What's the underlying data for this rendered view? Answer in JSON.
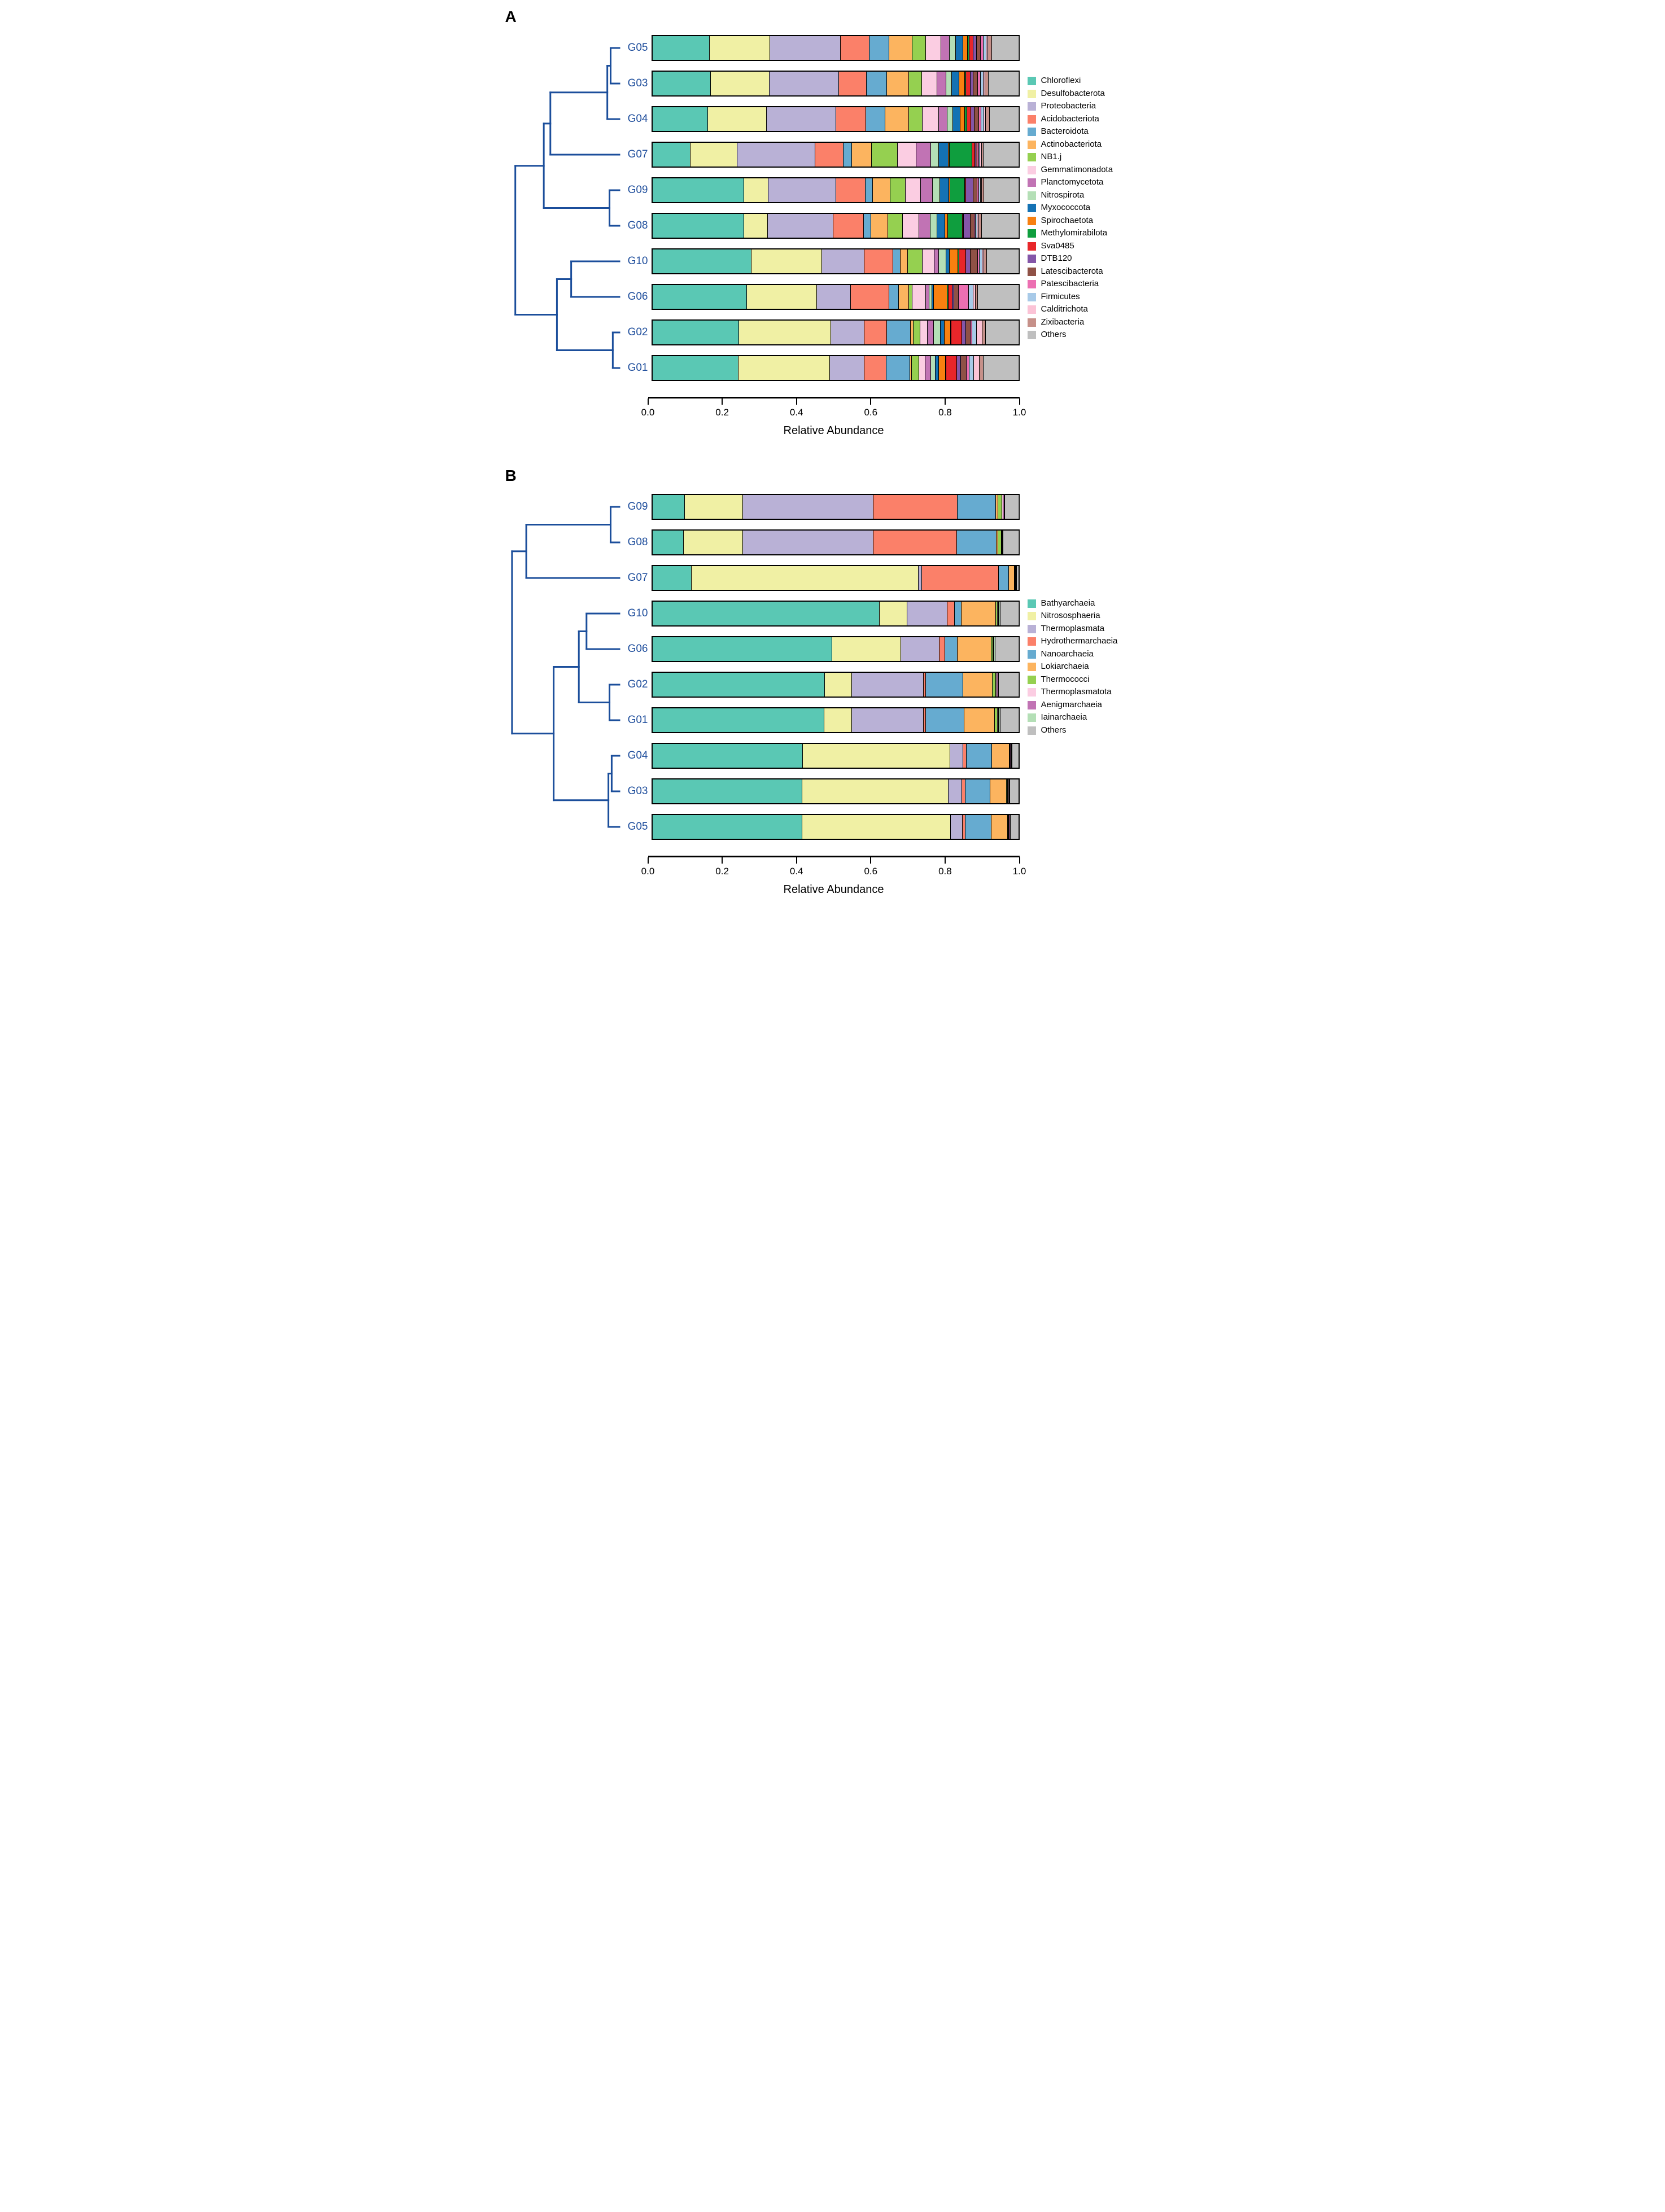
{
  "chart_data": [
    {
      "type": "stacked-bar-h",
      "panel": "A",
      "xlabel": "Relative Abundance",
      "x_ticks": [
        "0.0",
        "0.2",
        "0.4",
        "0.6",
        "0.8",
        "1.0"
      ],
      "xlim": [
        0,
        1
      ],
      "legend_position": "right",
      "grid": "off",
      "bar_outline_color": "#000000",
      "row_label_color": "#1f4e9c",
      "dendrogram_color": "#1b4e9b",
      "taxa": [
        {
          "name": "Chloroflexi",
          "color": "#5ac8b4"
        },
        {
          "name": "Desulfobacterota",
          "color": "#f0f0a4"
        },
        {
          "name": "Proteobacteria",
          "color": "#b9b1d6"
        },
        {
          "name": "Acidobacteriota",
          "color": "#fb8069"
        },
        {
          "name": "Bacteroidota",
          "color": "#66abd0"
        },
        {
          "name": "Actinobacteriota",
          "color": "#fcb45f"
        },
        {
          "name": "NB1.j",
          "color": "#95d050"
        },
        {
          "name": "Gemmatimonadota",
          "color": "#fbcde2"
        },
        {
          "name": "Planctomycetota",
          "color": "#c173b4"
        },
        {
          "name": "Nitrospirota",
          "color": "#b4dfb6"
        },
        {
          "name": "Myxococcota",
          "color": "#1472b4"
        },
        {
          "name": "Spirochaetota",
          "color": "#f88010"
        },
        {
          "name": "Methylomirabilota",
          "color": "#0f9e3e"
        },
        {
          "name": "Sva0485",
          "color": "#e8262a"
        },
        {
          "name": "DTB120",
          "color": "#8456a8"
        },
        {
          "name": "Latescibacterota",
          "color": "#8f5146"
        },
        {
          "name": "Patescibacteria",
          "color": "#ec6fb2"
        },
        {
          "name": "Firmicutes",
          "color": "#a8cae8"
        },
        {
          "name": "Calditrichota",
          "color": "#fbc3d6"
        },
        {
          "name": "Zixibacteria",
          "color": "#c69089"
        },
        {
          "name": "Others",
          "color": "#bfbfbf"
        }
      ],
      "rows": [
        {
          "label": "G05",
          "values": [
            0.157,
            0.165,
            0.193,
            0.078,
            0.054,
            0.063,
            0.037,
            0.043,
            0.023,
            0.017,
            0.019,
            0.013,
            0.004,
            0.012,
            0.008,
            0.012,
            0.007,
            0.008,
            0.005,
            0.01,
            0.072
          ]
        },
        {
          "label": "G03",
          "values": [
            0.16,
            0.16,
            0.19,
            0.075,
            0.057,
            0.06,
            0.035,
            0.042,
            0.024,
            0.016,
            0.02,
            0.015,
            0.004,
            0.012,
            0.008,
            0.012,
            0.007,
            0.008,
            0.005,
            0.01,
            0.08
          ]
        },
        {
          "label": "G04",
          "values": [
            0.152,
            0.16,
            0.19,
            0.082,
            0.052,
            0.065,
            0.038,
            0.045,
            0.022,
            0.016,
            0.02,
            0.013,
            0.005,
            0.012,
            0.008,
            0.013,
            0.006,
            0.008,
            0.005,
            0.01,
            0.078
          ]
        },
        {
          "label": "G07",
          "values": [
            0.104,
            0.128,
            0.213,
            0.077,
            0.023,
            0.054,
            0.072,
            0.05,
            0.04,
            0.022,
            0.027,
            0.002,
            0.062,
            0.008,
            0.004,
            0.003,
            0.004,
            0.003,
            0.005,
            0.004,
            0.095
          ]
        },
        {
          "label": "G09",
          "values": [
            0.251,
            0.066,
            0.185,
            0.08,
            0.02,
            0.049,
            0.041,
            0.042,
            0.033,
            0.02,
            0.024,
            0.003,
            0.04,
            0.004,
            0.02,
            0.011,
            0.004,
            0.004,
            0.004,
            0.006,
            0.093
          ]
        },
        {
          "label": "G08",
          "values": [
            0.25,
            0.065,
            0.18,
            0.083,
            0.02,
            0.047,
            0.04,
            0.045,
            0.03,
            0.018,
            0.022,
            0.008,
            0.04,
            0.004,
            0.018,
            0.01,
            0.004,
            0.005,
            0.004,
            0.008,
            0.099
          ]
        },
        {
          "label": "G10",
          "values": [
            0.271,
            0.193,
            0.116,
            0.078,
            0.021,
            0.019,
            0.04,
            0.033,
            0.013,
            0.02,
            0.008,
            0.024,
            0.003,
            0.018,
            0.013,
            0.02,
            0.004,
            0.008,
            0.005,
            0.008,
            0.085
          ]
        },
        {
          "label": "G06",
          "values": [
            0.259,
            0.191,
            0.092,
            0.105,
            0.027,
            0.027,
            0.009,
            0.037,
            0.01,
            0.008,
            0.005,
            0.037,
            0.003,
            0.01,
            0.005,
            0.013,
            0.027,
            0.013,
            0.005,
            0.007,
            0.11
          ]
        },
        {
          "label": "G02",
          "values": [
            0.237,
            0.251,
            0.092,
            0.062,
            0.064,
            0.008,
            0.019,
            0.019,
            0.018,
            0.018,
            0.011,
            0.016,
            0.002,
            0.029,
            0.011,
            0.013,
            0.004,
            0.013,
            0.016,
            0.009,
            0.088
          ]
        },
        {
          "label": "G01",
          "values": [
            0.235,
            0.25,
            0.095,
            0.06,
            0.065,
            0.004,
            0.02,
            0.018,
            0.015,
            0.012,
            0.01,
            0.018,
            0.002,
            0.028,
            0.012,
            0.015,
            0.008,
            0.012,
            0.015,
            0.011,
            0.095
          ]
        }
      ],
      "dendrogram_merges": [
        [
          0.92,
          1.0,
          0,
          1.0,
          1
        ],
        [
          0.89,
          0.92,
          0.5,
          1.0,
          2
        ],
        [
          0.37,
          0.89,
          1.25,
          1.0,
          3
        ],
        [
          0.91,
          1.0,
          4,
          1.0,
          5
        ],
        [
          0.31,
          0.37,
          2.125,
          0.91,
          4.5
        ],
        [
          0.56,
          1.0,
          6,
          1.0,
          7
        ],
        [
          0.94,
          1.0,
          8,
          1.0,
          9
        ],
        [
          0.43,
          0.56,
          6.5,
          0.94,
          8.5
        ],
        [
          0.05,
          0.31,
          3.3125,
          0.43,
          7.5
        ]
      ]
    },
    {
      "type": "stacked-bar-h",
      "panel": "B",
      "xlabel": "Relative Abundance",
      "x_ticks": [
        "0.0",
        "0.2",
        "0.4",
        "0.6",
        "0.8",
        "1.0"
      ],
      "xlim": [
        0,
        1
      ],
      "legend_position": "right",
      "grid": "off",
      "bar_outline_color": "#000000",
      "row_label_color": "#1f4e9c",
      "dendrogram_color": "#1b4e9b",
      "taxa": [
        {
          "name": "Bathyarchaeia",
          "color": "#5ac8b4"
        },
        {
          "name": "Nitrososphaeria",
          "color": "#f0f0a4"
        },
        {
          "name": "Thermoplasmata",
          "color": "#b9b1d6"
        },
        {
          "name": "Hydrothermarchaeia",
          "color": "#fb8069"
        },
        {
          "name": "Nanoarchaeia",
          "color": "#66abd0"
        },
        {
          "name": "Lokiarchaeia",
          "color": "#fcb45f"
        },
        {
          "name": "Thermococci",
          "color": "#95d050"
        },
        {
          "name": "Thermoplasmatota",
          "color": "#fbcde2"
        },
        {
          "name": "Aenigmarchaeia",
          "color": "#c173b4"
        },
        {
          "name": "Iainarchaeia",
          "color": "#b4dfb6"
        },
        {
          "name": "Others",
          "color": "#bfbfbf"
        }
      ],
      "rows": [
        {
          "label": "G09",
          "values": [
            0.088,
            0.16,
            0.356,
            0.23,
            0.105,
            0.007,
            0.01,
            0.003,
            0.003,
            0.002,
            0.036
          ]
        },
        {
          "label": "G08",
          "values": [
            0.085,
            0.163,
            0.356,
            0.229,
            0.108,
            0.005,
            0.008,
            0.002,
            0.002,
            0.002,
            0.04
          ]
        },
        {
          "label": "G07",
          "values": [
            0.107,
            0.62,
            0.01,
            0.21,
            0.028,
            0.015,
            0.002,
            0.001,
            0.001,
            0.001,
            0.005
          ]
        },
        {
          "label": "G10",
          "values": [
            0.621,
            0.075,
            0.111,
            0.02,
            0.018,
            0.094,
            0.004,
            0.004,
            0.002,
            0.002,
            0.049
          ]
        },
        {
          "label": "G06",
          "values": [
            0.492,
            0.188,
            0.105,
            0.015,
            0.034,
            0.093,
            0.004,
            0.002,
            0.002,
            0.002,
            0.063
          ]
        },
        {
          "label": "G02",
          "values": [
            0.471,
            0.075,
            0.195,
            0.006,
            0.103,
            0.08,
            0.009,
            0.003,
            0.003,
            0.002,
            0.053
          ]
        },
        {
          "label": "G01",
          "values": [
            0.47,
            0.076,
            0.195,
            0.007,
            0.105,
            0.083,
            0.008,
            0.003,
            0.002,
            0.002,
            0.049
          ]
        },
        {
          "label": "G04",
          "values": [
            0.412,
            0.402,
            0.036,
            0.009,
            0.069,
            0.048,
            0.002,
            0.002,
            0.002,
            0.001,
            0.017
          ]
        },
        {
          "label": "G03",
          "values": [
            0.41,
            0.4,
            0.037,
            0.009,
            0.068,
            0.045,
            0.003,
            0.002,
            0.002,
            0.001,
            0.023
          ]
        },
        {
          "label": "G05",
          "values": [
            0.41,
            0.405,
            0.033,
            0.008,
            0.07,
            0.045,
            0.002,
            0.002,
            0.002,
            0.001,
            0.022
          ]
        }
      ],
      "dendrogram_merges": [
        [
          0.92,
          1.0,
          0,
          1.0,
          1
        ],
        [
          0.15,
          0.92,
          0.5,
          1.0,
          2
        ],
        [
          0.7,
          1.0,
          3,
          1.0,
          4
        ],
        [
          0.91,
          1.0,
          5,
          1.0,
          6
        ],
        [
          0.63,
          0.7,
          3.5,
          0.91,
          5.5
        ],
        [
          0.93,
          1.0,
          7,
          1.0,
          8
        ],
        [
          0.9,
          0.93,
          7.5,
          1.0,
          9
        ],
        [
          0.4,
          0.63,
          4.5,
          0.9,
          8.25
        ],
        [
          0.02,
          0.15,
          1.25,
          0.4,
          6.375
        ]
      ]
    }
  ]
}
